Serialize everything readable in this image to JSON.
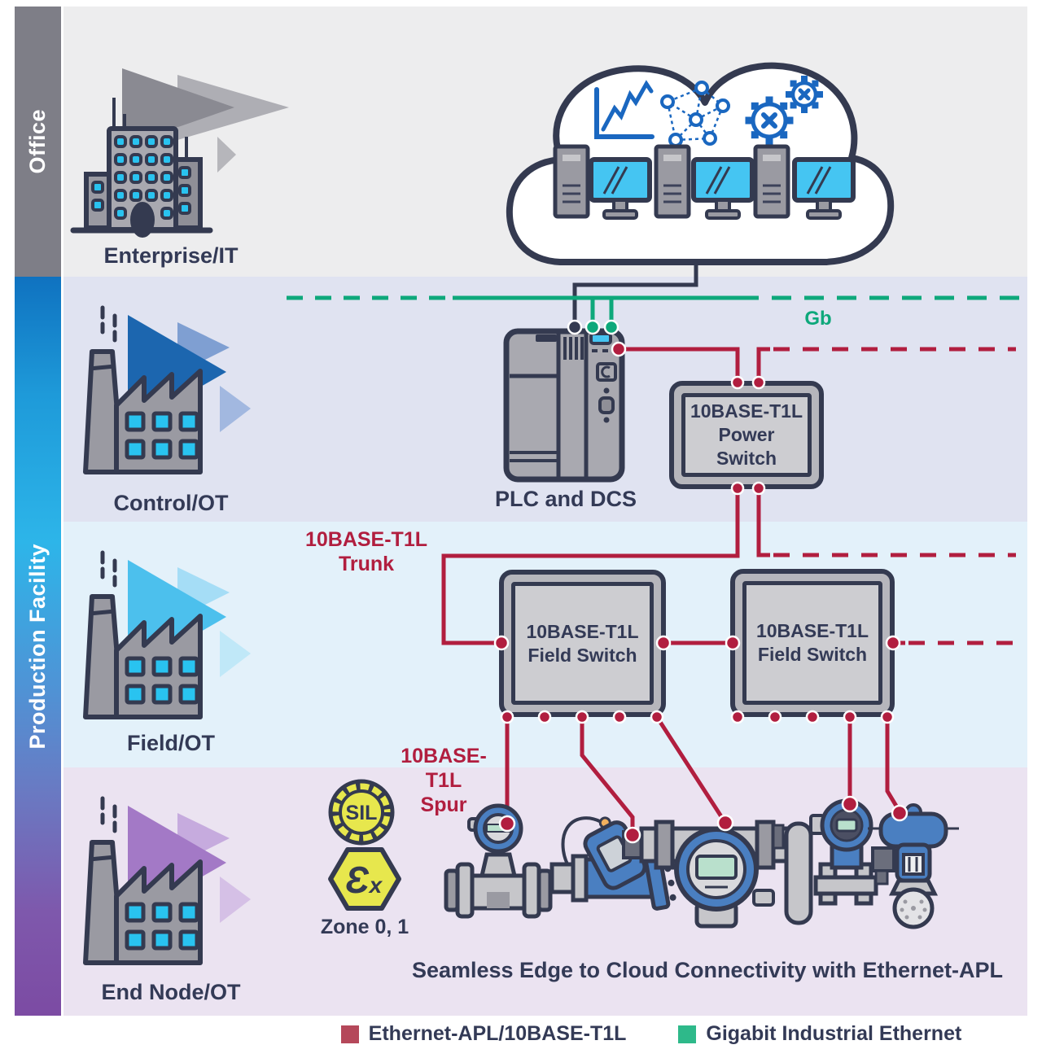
{
  "sidebar": {
    "office": "Office",
    "production": "Production Facility"
  },
  "rows": {
    "office": {
      "label": "Enterprise/IT"
    },
    "control": {
      "label": "Control/OT"
    },
    "field": {
      "label": "Field/OT"
    },
    "end_node": {
      "label": "End Node/OT"
    }
  },
  "nodes": {
    "plc": {
      "label": "PLC and DCS"
    },
    "power_switch": {
      "lines": [
        "10BASE-T1L",
        "Power",
        "Switch"
      ]
    },
    "field_switch_1": {
      "lines": [
        "10BASE-T1L",
        "Field Switch"
      ]
    },
    "field_switch_2": {
      "lines": [
        "10BASE-T1L",
        "Field Switch"
      ]
    }
  },
  "labels": {
    "gb": "Gb",
    "trunk": [
      "10BASE-T1L",
      "Trunk"
    ],
    "spur": [
      "10BASE-T1L",
      "Spur"
    ],
    "sil_badge": "SIL",
    "ex_badge": [
      "Ɛ",
      "x"
    ],
    "zone": "Zone 0, 1",
    "caption": "Seamless Edge to Cloud Connectivity with Ethernet-APL"
  },
  "legend": [
    {
      "label": "Ethernet-APL/10BASE-T1L",
      "color": "#b5485a"
    },
    {
      "label": "Gigabit Industrial Ethernet",
      "color": "#2eb98a"
    }
  ],
  "icons": [
    "cloud-icon",
    "line-chart-icon",
    "network-graph-icon",
    "gears-icon",
    "server-tower-icon",
    "monitor-icon",
    "enterprise-building-icon",
    "factory-icon",
    "plc-dcs-icon",
    "sil-badge-icon",
    "ex-hexagon-icon",
    "flow-meter-icon",
    "valve-positioner-icon",
    "pressure-transmitter-icon",
    "dp-transmitter-icon",
    "control-valve-icon"
  ],
  "colors": {
    "ethernet_apl_line": "#b11e3f",
    "gigabit_line": "#0ea87b",
    "outline_navy": "#343a50",
    "text_navy": "#333a56",
    "office_bg": "#ededee",
    "control_bg": "#e0e3f1",
    "field_bg": "#e3f1fa",
    "end_node_bg": "#ebe3f1",
    "office_sidebar": "#7e7e87",
    "production_sidebar_top": "#0f72c0",
    "production_sidebar_mid": "#2db5e9",
    "production_sidebar_bottom": "#7c4ba3",
    "badge_yellow": "#e7e74d",
    "device_blue": "#4a7fc1",
    "screen_cyan": "#45c5f2",
    "window_cyan": "#29c3f0",
    "icon_blue": "#1a67c0"
  }
}
